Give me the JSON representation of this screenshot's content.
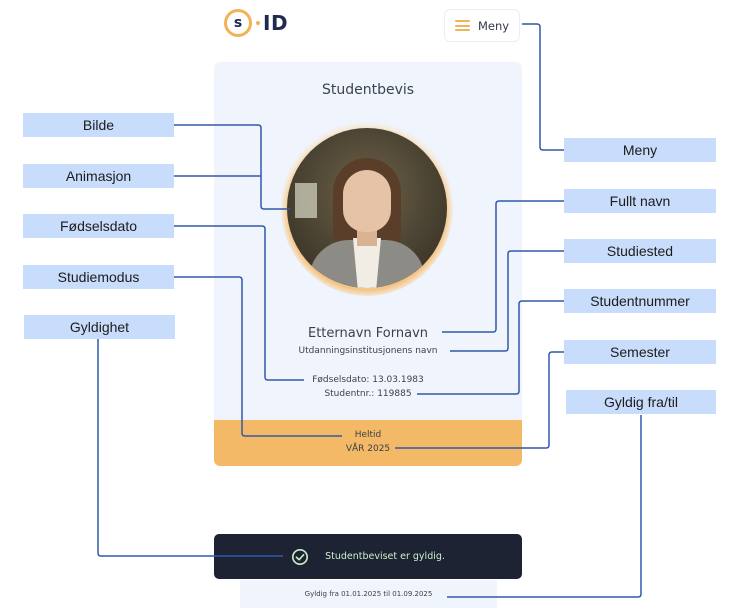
{
  "header": {
    "logo_letter": "s",
    "logo_text": "ID",
    "menu_label": "Meny"
  },
  "card": {
    "title": "Studentbevis",
    "full_name": "Etternavn Fornavn",
    "institution": "Utdanningsinstitusjonens navn",
    "birth_date": "Fødselsdato: 13.03.1983",
    "student_number": "Studentnr.: 119885",
    "study_mode": "Heltid",
    "semester": "VÅR 2025"
  },
  "validity": {
    "status_text": "Studentbeviset er gyldig.",
    "period_text": "Gyldig fra 01.01.2025 til 01.09.2025",
    "status_icon": "check-circle-icon"
  },
  "labels": {
    "left": [
      "Bilde",
      "Animasjon",
      "Fødselsdato",
      "Studiemodus",
      "Gyldighet"
    ],
    "right": [
      "Meny",
      "Fullt navn",
      "Studiested",
      "Studentnummer",
      "Semester",
      "Gyldig fra/til"
    ]
  },
  "colors": {
    "accent": "#f4b966",
    "card_bg": "#f0f4fd",
    "label_bg": "#c8dcfb",
    "connector": "#2f5aa8",
    "dark_bar": "#1e2334",
    "valid_green": "#c9f0c8"
  }
}
